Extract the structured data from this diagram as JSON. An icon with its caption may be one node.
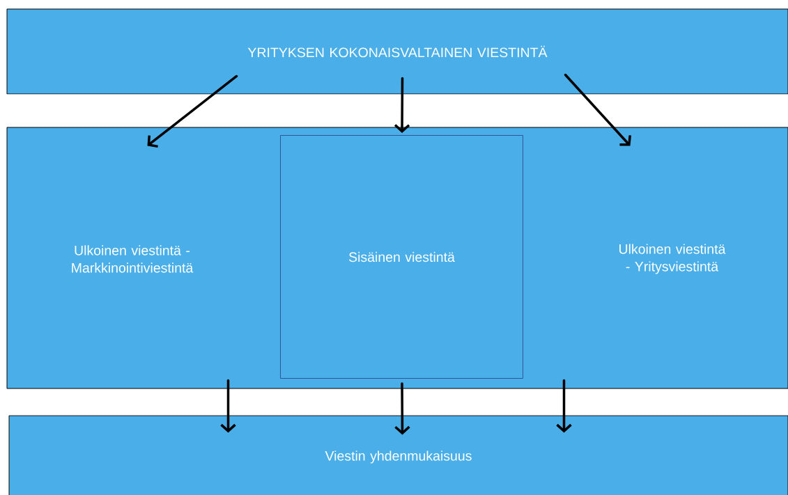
{
  "diagram": {
    "nodes": [
      {
        "text": [
          "YRITYKSEN KOKONAISVALTAINEN VIESTINTÄ"
        ]
      },
      {
        "text": [],
        "shape": "box"
      },
      {
        "text": [
          "Ulkoinen viestintä - Markkinointiviestintä"
        ],
        "in": 1
      },
      {
        "text": [
          "Sisäinen viestintä"
        ],
        "in": 1
      },
      {
        "text": [
          "Ulkoinen viestintä - Yritysviestintä"
        ],
        "in": 1
      },
      {
        "text": [
          "Viestin yhdenmukaisuus"
        ]
      }
    ],
    "edges": [
      {
        "from": 0,
        "to": 1,
        "arrow": "to"
      },
      {
        "from": 0,
        "to": 3,
        "arrow": "to"
      },
      {
        "from": 0,
        "to": 1,
        "arrow": "to"
      },
      {
        "from": 1,
        "to": 5,
        "arrow": "to"
      },
      {
        "from": 3,
        "to": 5,
        "arrow": "to"
      },
      {
        "from": 1,
        "to": 5,
        "arrow": "to"
      }
    ]
  }
}
